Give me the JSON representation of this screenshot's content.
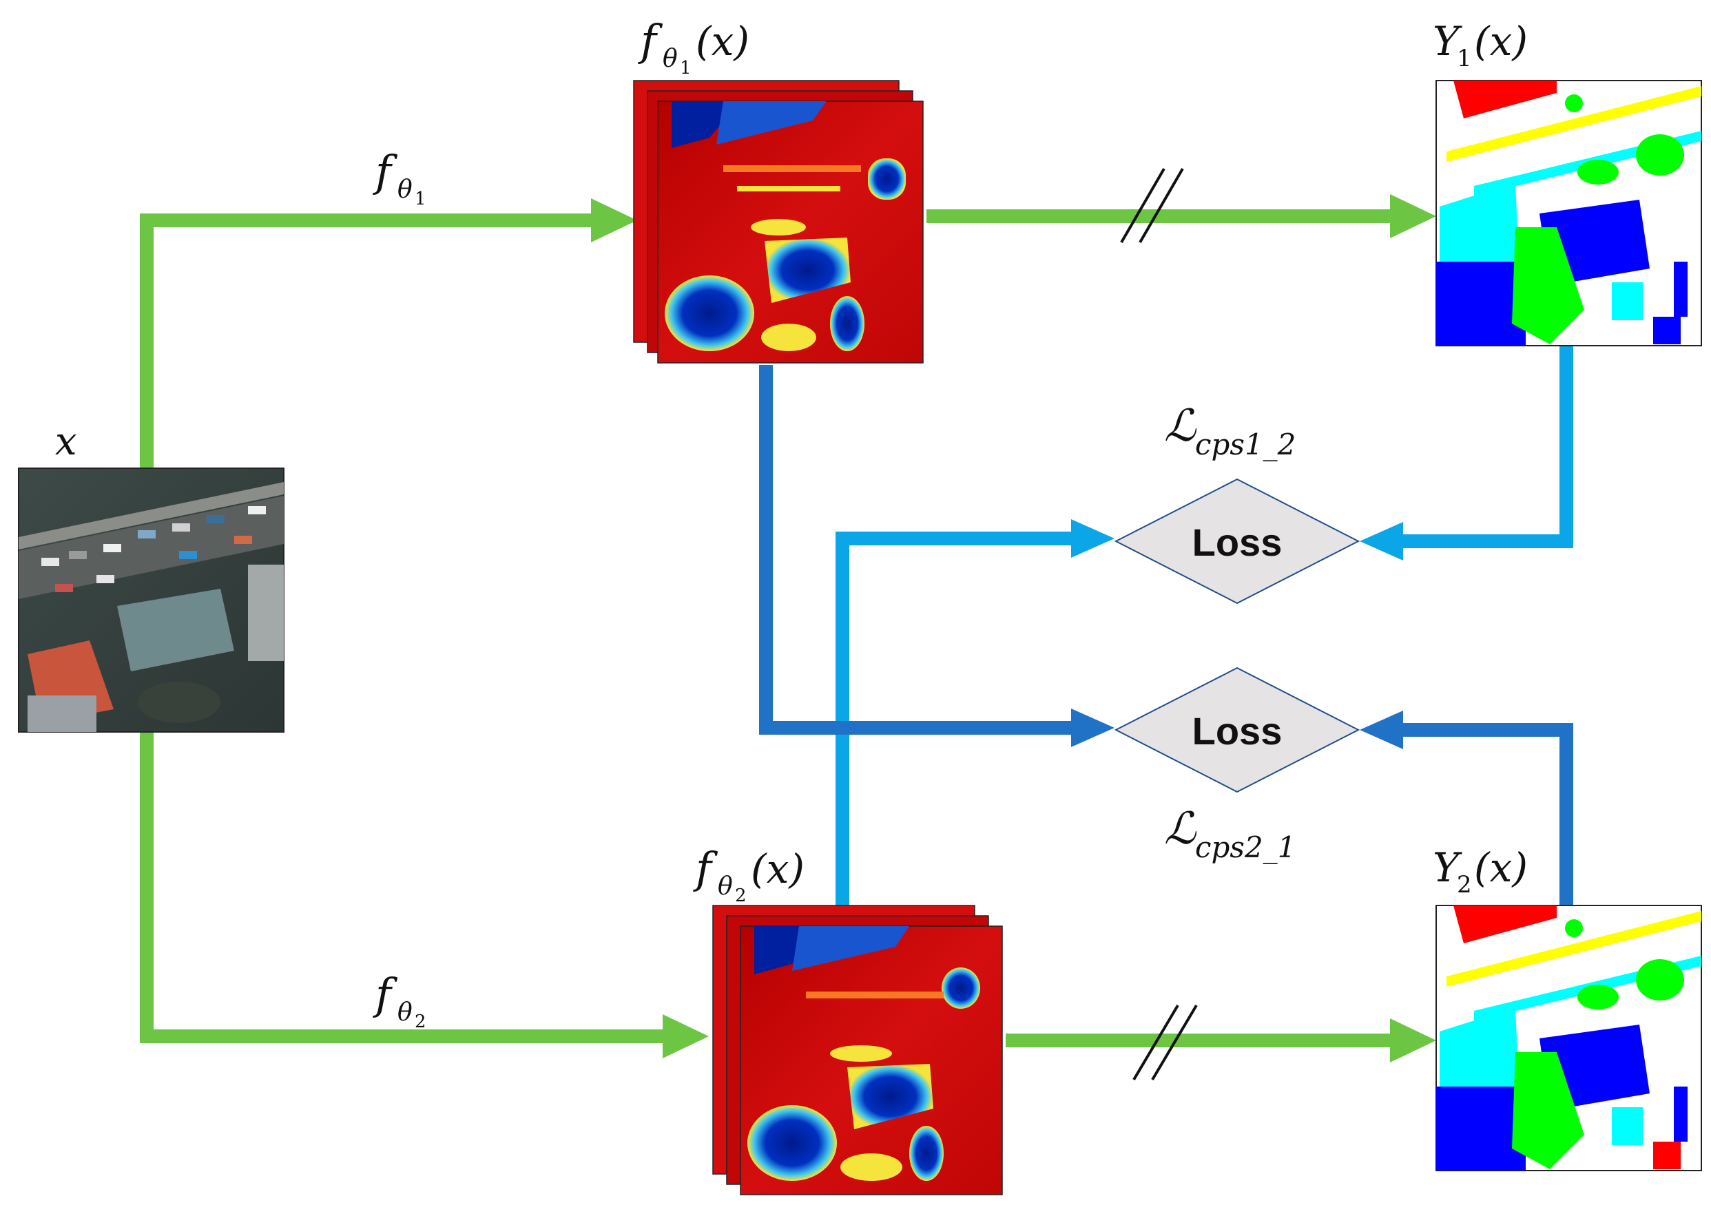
{
  "labels": {
    "input": "x",
    "f1_prefix": "f",
    "f1_sub": "θ",
    "f1_subsub": "1",
    "f1_out_suffix": "(x)",
    "f2_prefix": "f",
    "f2_sub": "θ",
    "f2_subsub": "2",
    "f2_out_suffix": "(x)",
    "y1_prefix": "Y",
    "y1_sub": "1",
    "y1_suffix": "(x)",
    "y2_prefix": "Y",
    "y2_sub": "2",
    "y2_suffix": "(x)",
    "loss_top_script": "ℒ",
    "loss_top_sub": "cps1_2",
    "loss_bottom_script": "ℒ",
    "loss_bottom_sub": "cps2_1",
    "loss_box_top": "Loss",
    "loss_box_bottom": "Loss"
  },
  "colors": {
    "green_arrow": "#6cc644",
    "light_blue_arrow": "#0aa6e8",
    "dark_blue_arrow": "#1f72c6",
    "loss_fill": "#e6e3e5",
    "loss_stroke": "#1f4e8c"
  }
}
